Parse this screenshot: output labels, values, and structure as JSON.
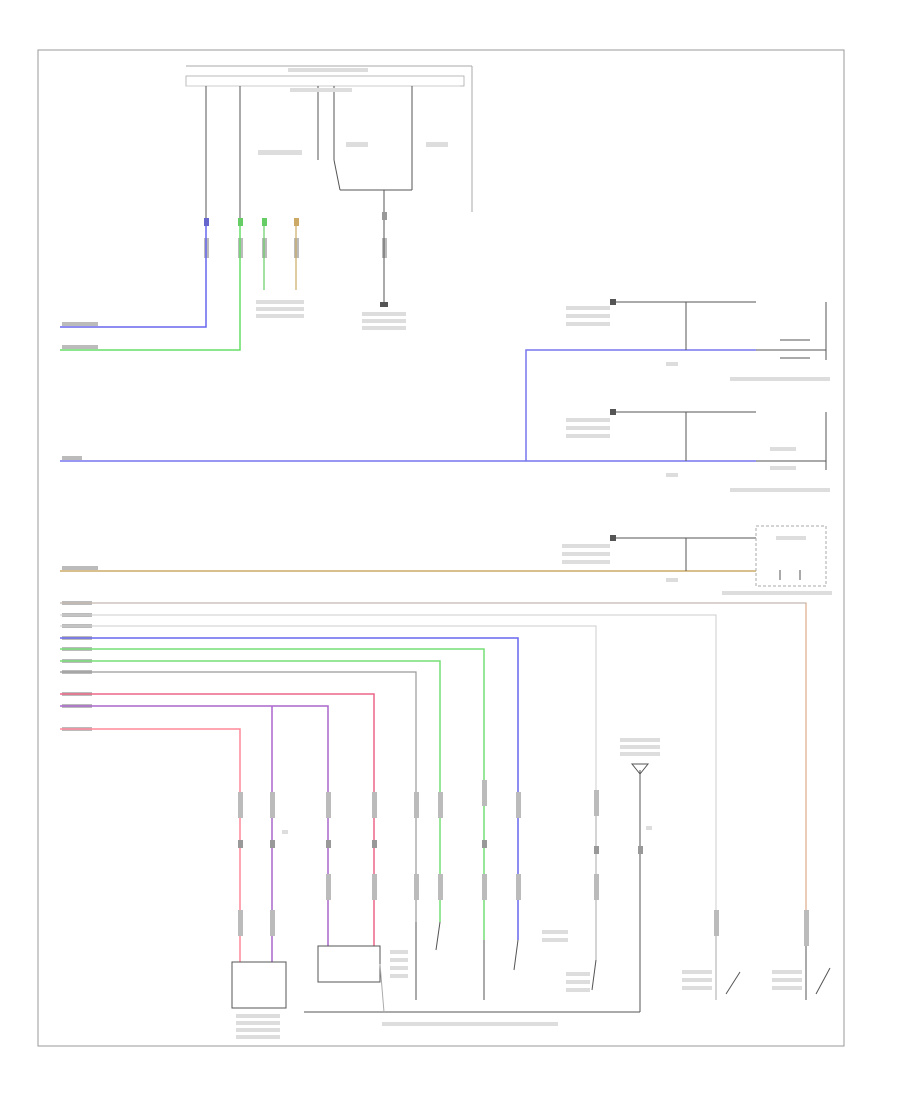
{
  "diagram": {
    "frame_ref": "",
    "left_pins": [
      "1",
      "2",
      "3",
      "4",
      "5",
      "6",
      "7",
      "8",
      "9",
      "10",
      "11",
      "12",
      "13",
      "14",
      "15"
    ],
    "wires": [
      {
        "id": "w1",
        "label": "",
        "color": "#6666ee"
      },
      {
        "id": "w2",
        "label": "",
        "color": "#66dd66"
      },
      {
        "id": "w3",
        "label": "",
        "color": "#7777ee"
      },
      {
        "id": "w4",
        "label": "",
        "color": "#ccaa66"
      },
      {
        "id": "w5",
        "label": "",
        "color": "#aaaaaa"
      },
      {
        "id": "w6",
        "label": "",
        "color": "#cccccc"
      },
      {
        "id": "w7",
        "label": "",
        "color": "#cccccc"
      },
      {
        "id": "w8",
        "label": "",
        "color": "#6666ee"
      },
      {
        "id": "w9",
        "label": "",
        "color": "#77dd77"
      },
      {
        "id": "w10",
        "label": "",
        "color": "#77dd77"
      },
      {
        "id": "w11",
        "label": "",
        "color": "#999999"
      },
      {
        "id": "w12",
        "label": "",
        "color": "#ee6688"
      },
      {
        "id": "w13",
        "label": "",
        "color": "#aa66cc"
      },
      {
        "id": "w14",
        "label": "",
        "color": "#ff8899"
      }
    ],
    "components": [
      {
        "id": "ipc",
        "label": ""
      },
      {
        "id": "door-lock-sw",
        "label": ""
      },
      {
        "id": "right-door-lock",
        "label": ""
      },
      {
        "id": "left-door-lock",
        "label": ""
      },
      {
        "id": "liftgate-lock",
        "label": ""
      },
      {
        "id": "ground",
        "label": ""
      },
      {
        "id": "driver-door-lock",
        "label": ""
      }
    ]
  }
}
